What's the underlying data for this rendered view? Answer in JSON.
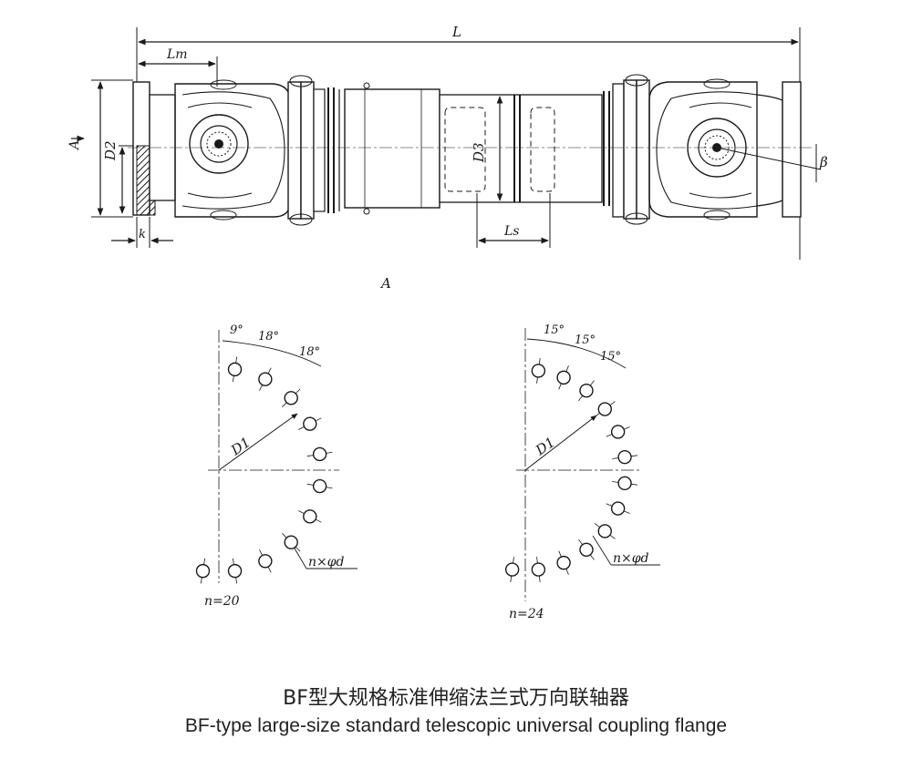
{
  "drawing": {
    "labels": {
      "L": "L",
      "Lm": "Lm",
      "A": "A",
      "D2": "D2",
      "k": "k",
      "D3": "D3",
      "Ls": "Ls",
      "beta": "β",
      "section": "A"
    },
    "pattern_left": {
      "angle_1": "9°",
      "angle_2": "18°",
      "angle_3": "18°",
      "diameter": "D1",
      "holes": "n×φd",
      "count": "n=20",
      "n": 20
    },
    "pattern_right": {
      "angle_1": "15°",
      "angle_2": "15°",
      "angle_3": "15°",
      "diameter": "D1",
      "holes": "n×φd",
      "count": "n=24",
      "n": 24
    }
  },
  "caption": {
    "chinese": "BF型大规格标准伸缩法兰式万向联轴器",
    "english": "BF-type large-size standard telescopic universal coupling flange"
  }
}
